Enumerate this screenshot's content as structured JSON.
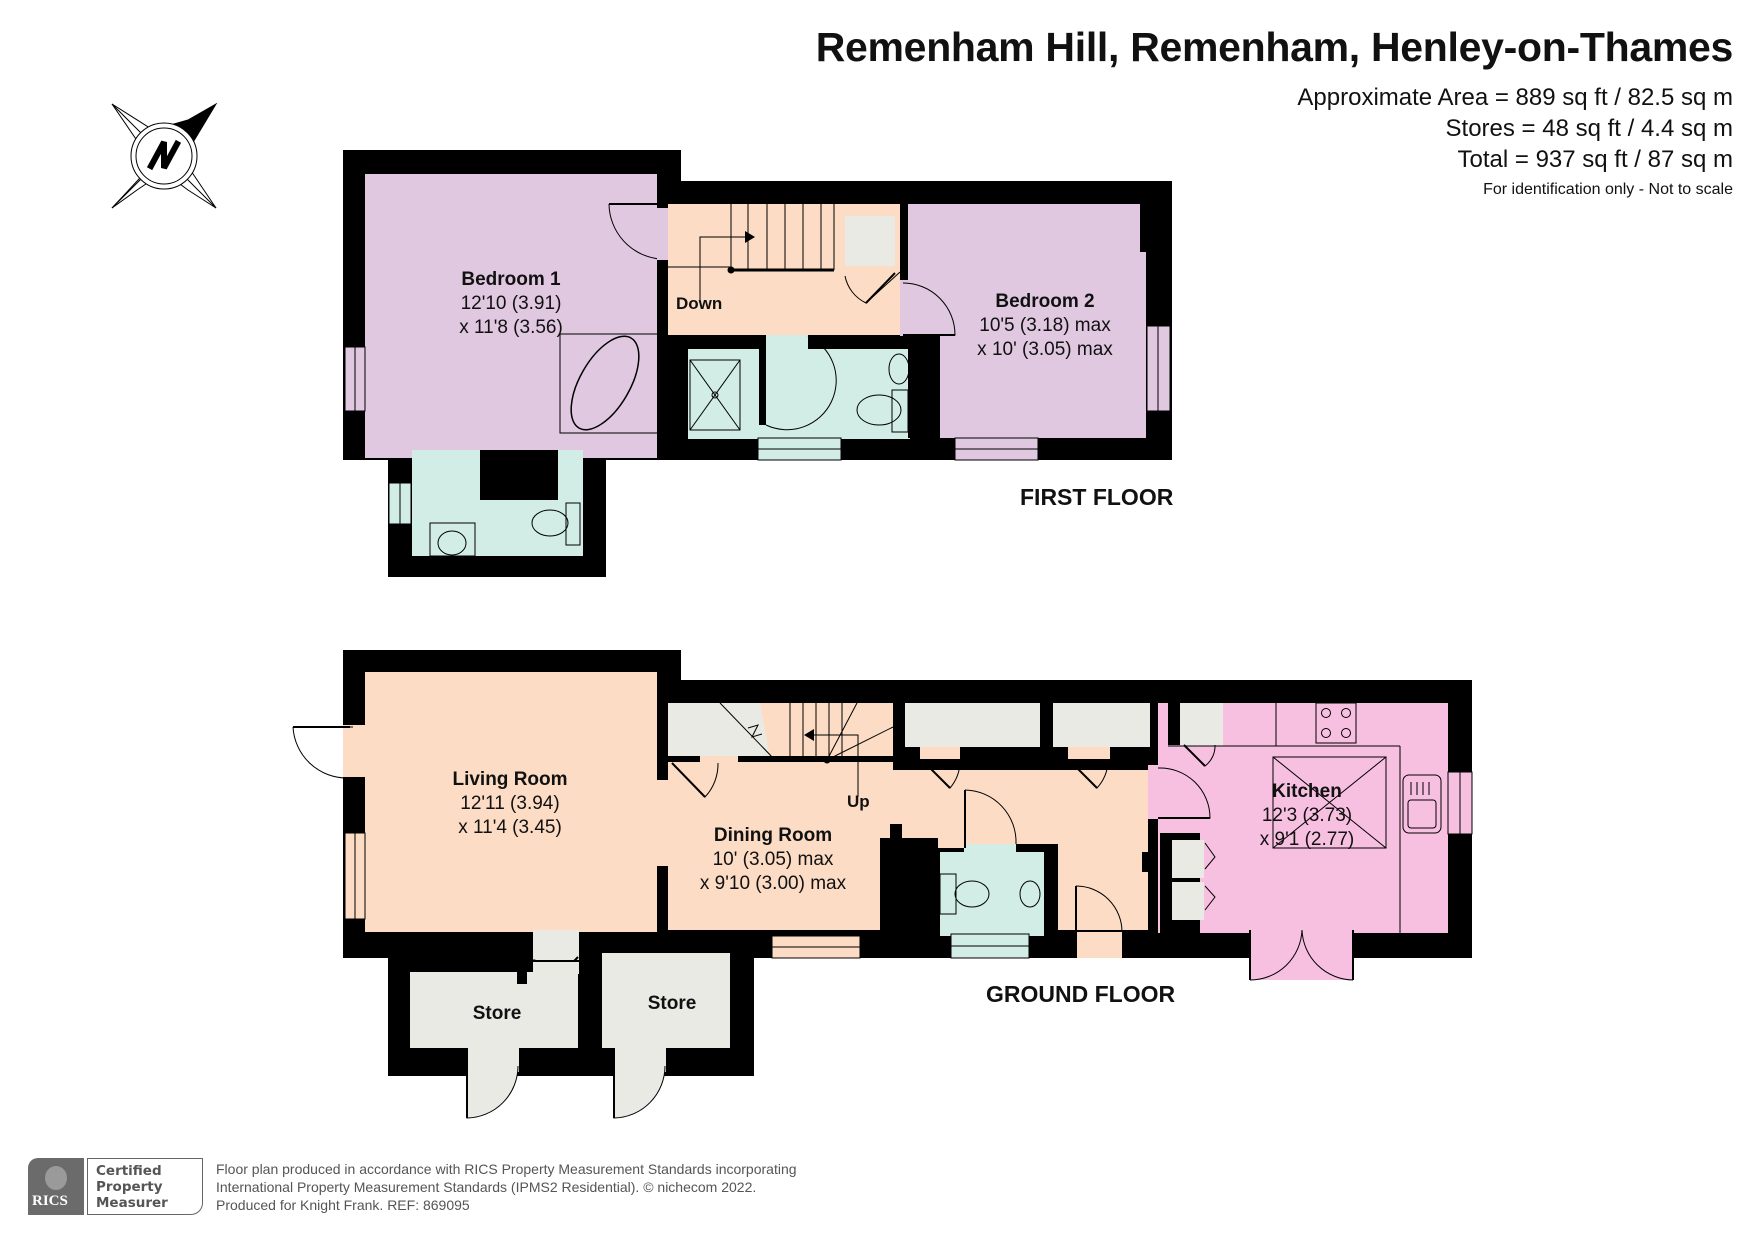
{
  "header": {
    "title": "Remenham Hill, Remenham, Henley-on-Thames",
    "approx_area": "Approximate Area = 889 sq ft / 82.5 sq m",
    "stores_area": "Stores = 48 sq ft / 4.4 sq m",
    "total_area": "Total = 937 sq ft / 87 sq m",
    "disclaimer": "For identification only - Not to scale"
  },
  "compass": {
    "icon": "compass-north-icon",
    "letter": "N"
  },
  "first_floor": {
    "label": "FIRST FLOOR",
    "stair_label": "Down",
    "rooms": [
      {
        "name": "Bedroom 1",
        "dim1": "12'10 (3.91)",
        "dim2": "x 11'8 (3.56)"
      },
      {
        "name": "Bedroom 2",
        "dim1": "10'5 (3.18) max",
        "dim2": "x 10' (3.05) max"
      }
    ]
  },
  "ground_floor": {
    "label": "GROUND FLOOR",
    "stair_label": "Up",
    "rooms": [
      {
        "name": "Living Room",
        "dim1": "12'11 (3.94)",
        "dim2": "x 11'4 (3.45)"
      },
      {
        "name": "Dining Room",
        "dim1": "10' (3.05) max",
        "dim2": "x 9'10 (3.00) max"
      },
      {
        "name": "Kitchen",
        "dim1": "12'3 (3.73)",
        "dim2": "x 9'1 (2.77)"
      },
      {
        "name": "Store"
      },
      {
        "name": "Store"
      }
    ]
  },
  "colors": {
    "bedroom": "#e0c8e0",
    "living": "#fcdcc4",
    "bathroom": "#d2ece6",
    "kitchen": "#f8c0e0",
    "store": "#eaeae4",
    "wall": "#000000"
  },
  "footer": {
    "badge": {
      "brand": "RICS",
      "line1": "Certified",
      "line2": "Property",
      "line3": "Measurer"
    },
    "line1": "Floor plan produced in accordance with RICS Property Measurement Standards incorporating",
    "line2": "International Property Measurement Standards (IPMS2 Residential).   © nichecom 2022.",
    "line3": "Produced for Knight Frank.   REF: 869095"
  }
}
